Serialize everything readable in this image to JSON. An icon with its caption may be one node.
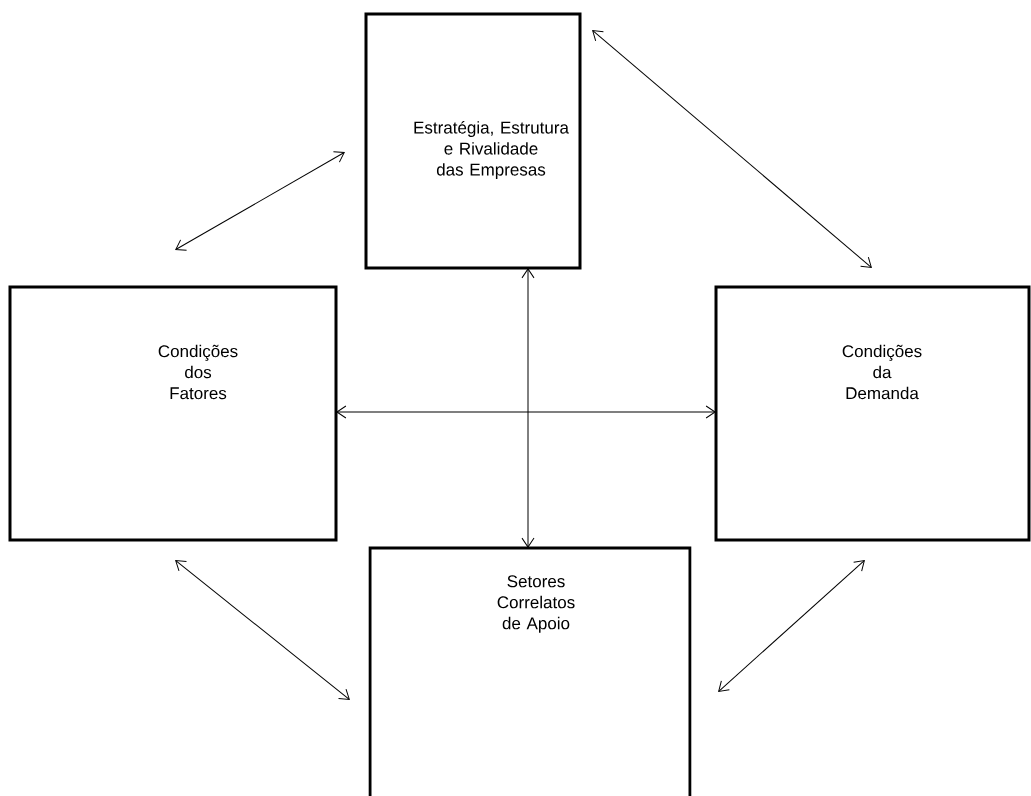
{
  "diagram": {
    "nodes": [
      {
        "text": [
          "Estratégia, Estrutura e Rivalidade das Empresas"
        ]
      },
      {
        "text": [
          "Condições dos Fatores"
        ]
      },
      {
        "text": [
          "Condições da Demanda"
        ]
      },
      {
        "text": [
          "Setores Correlatos de Apoio"
        ]
      }
    ],
    "edges": [
      {
        "from": 0,
        "to": 1,
        "arrow": "both"
      },
      {
        "from": 0,
        "to": 2,
        "arrow": "both"
      },
      {
        "from": 0,
        "to": 3,
        "arrow": "both"
      },
      {
        "from": 1,
        "to": 2,
        "arrow": "both"
      },
      {
        "from": 1,
        "to": 3,
        "arrow": "both"
      },
      {
        "from": 2,
        "to": 3,
        "arrow": "both"
      }
    ]
  }
}
